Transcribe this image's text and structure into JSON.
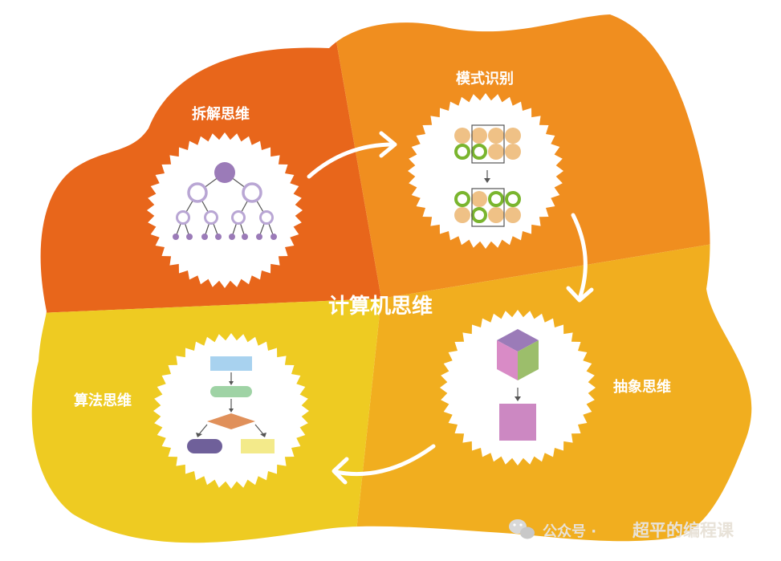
{
  "center_title": "计算机思维",
  "quadrants": {
    "decomposition": {
      "label": "拆解思维"
    },
    "pattern": {
      "label": "模式识别"
    },
    "abstraction": {
      "label": "抽象思维"
    },
    "algorithm": {
      "label": "算法思维"
    }
  },
  "watermark": {
    "account_prefix": "公众号 ·",
    "account_name": "超平的编程课"
  },
  "colors": {
    "decomposition": "#e8661b",
    "pattern": "#f08e1f",
    "abstraction": "#f1ae1f",
    "algorithm": "#eecb22",
    "purple": "#9b7bb8",
    "green": "#7ab52e",
    "peach": "#efc186",
    "flow_blue": "#a8d2ef",
    "flow_green": "#9fd3a5",
    "flow_orange": "#e0905a",
    "flow_purple": "#6f609a",
    "flow_yellow": "#f3ea8a",
    "cube_top": "#9b7bb8",
    "cube_left": "#d98bc6",
    "cube_right": "#9cbe6b",
    "square_pink": "#cc88c2"
  },
  "icons": {
    "hierarchy": "tree-hierarchy-icon",
    "pattern_grid": "circle-pattern-grid-icon",
    "cube": "cube-icon",
    "flowchart": "flowchart-icon",
    "wechat": "wechat-icon"
  }
}
